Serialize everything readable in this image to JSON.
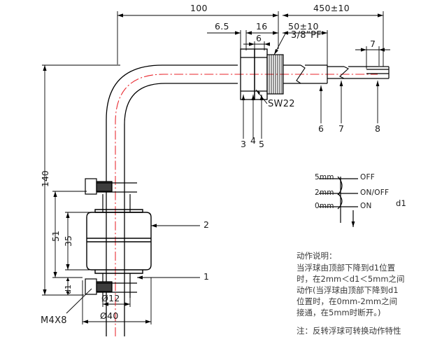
{
  "drawing": {
    "title": "float-level-switch-technical-drawing",
    "colors": {
      "line": "#000000",
      "centerline": "#e8232a",
      "dim": "#1a1a1a",
      "note": "#3a3a3a"
    }
  },
  "dimensions": {
    "overall_horizontal": "100",
    "to_first_nut": "6.5",
    "nut_block": "16",
    "nut_single": "6",
    "cable_total": "450±10",
    "lead_segment": "50±10",
    "tip_strip": "7",
    "vertical_overall": "140",
    "float_travel": "51",
    "float_height": "35",
    "gap_d1": "d1",
    "stem_dia": "Ø12",
    "float_dia": "Ø40"
  },
  "labels": {
    "thread": "3/8\"PF",
    "wrench": "SW22",
    "screw": "M4X8"
  },
  "callouts": [
    {
      "id": "1",
      "text": "1"
    },
    {
      "id": "2",
      "text": "2"
    },
    {
      "id": "3",
      "text": "3"
    },
    {
      "id": "4",
      "text": "4"
    },
    {
      "id": "5",
      "text": "5"
    },
    {
      "id": "6",
      "text": "6"
    },
    {
      "id": "7",
      "text": "7"
    },
    {
      "id": "8",
      "text": "8"
    }
  ],
  "switch_diagram": {
    "levels": [
      {
        "position": "5mm",
        "state": "OFF"
      },
      {
        "position": "2mm",
        "state": "ON/OFF"
      },
      {
        "position": "0mm",
        "state": "ON"
      }
    ],
    "variable": "d1"
  },
  "notes": {
    "heading": "动作说明：",
    "lines": [
      "当浮球由顶部下降到d1位置",
      "时，在2mm＜d1＜5mm之间",
      "动作(当浮球由顶部下降到d1",
      "位置时，在0mm-2mm之间",
      "接通，在5mm时断开。)"
    ],
    "footnote": "注：反转浮球可转换动作特性"
  }
}
